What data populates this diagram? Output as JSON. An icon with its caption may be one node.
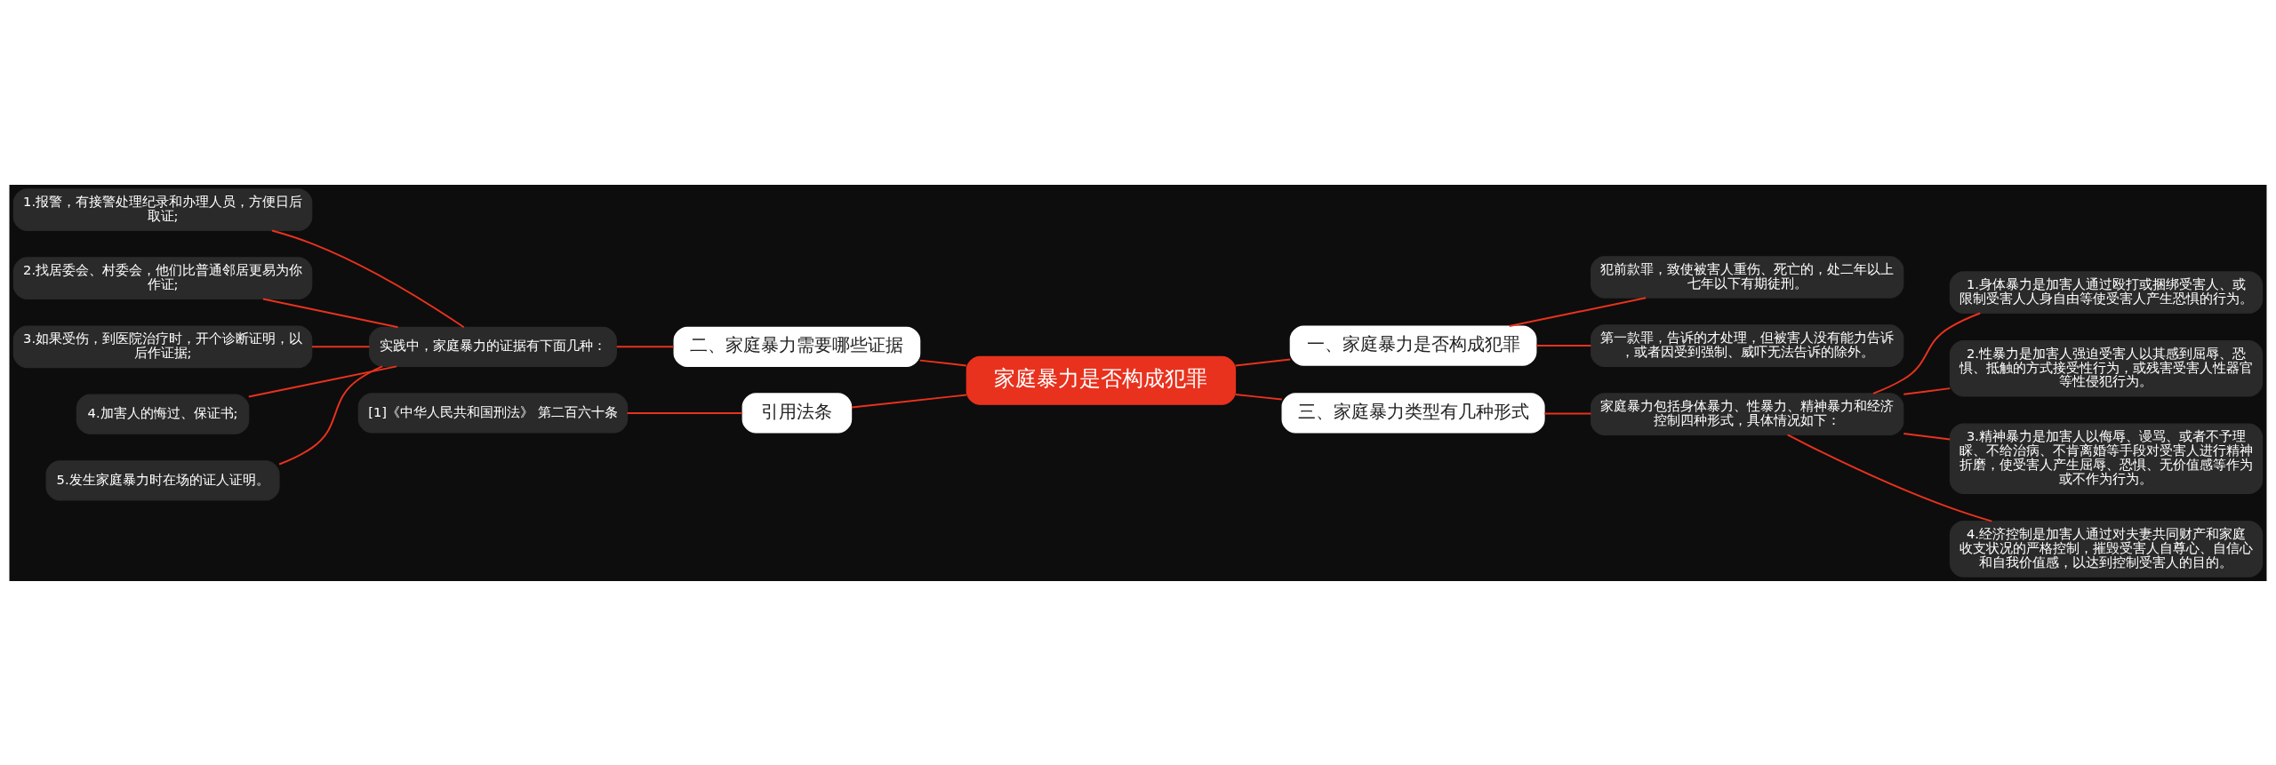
{
  "diagram": {
    "nodes": [
      {
        "text": [
          "家庭暴力是否构成犯罪"
        ]
      },
      {
        "text": [
          "一、家庭暴力是否构成犯罪"
        ]
      },
      {
        "text": [
          "犯前款罪，致使被害人重伤、死亡的，处二年以上七年以下有期徒刑。"
        ]
      },
      {
        "text": [
          "第一款罪，告诉的才处理，但被害人没有能力告诉，或者因受到强制、威吓无法告诉的除外。"
        ]
      },
      {
        "text": [
          "二、家庭暴力需要哪些证据"
        ]
      },
      {
        "text": [
          "实践中，家庭暴力的证据有下面几种："
        ]
      },
      {
        "text": [
          "1.报警，有接警处理纪录和办理人员，方便日后取证;"
        ]
      },
      {
        "text": [
          "2.找居委会、村委会，他们比普通邻居更易为你作证;"
        ]
      },
      {
        "text": [
          "3.如果受伤，到医院治疗时，开个诊断证明，以后作证据;"
        ]
      },
      {
        "text": [
          "4.加害人的悔过、保证书;"
        ]
      },
      {
        "text": [
          "5.发生家庭暴力时在场的证人证明。"
        ]
      },
      {
        "text": [
          "引用法条"
        ]
      },
      {
        "text": [
          "[1]《中华人民共和国刑法》 第二百六十条"
        ]
      },
      {
        "text": [
          "三、家庭暴力类型有几种形式"
        ]
      },
      {
        "text": [
          "家庭暴力包括身体暴力、性暴力、精神暴力和经济控制四种形式，具体情况如下："
        ]
      },
      {
        "text": [
          "1.身体暴力是加害人通过殴打或捆绑受害人、或限制受害人人身自由等使受害人产生恐惧的行为。"
        ]
      },
      {
        "text": [
          "2.性暴力是加害人强迫受害人以其感到屈辱、恐惧、抵触的方式接受性行为，或残害受害人性器官等性侵犯行为。"
        ]
      },
      {
        "text": [
          "3.精神暴力是加害人以侮辱、谩骂、或者不予理睬、不给治病、不肯离婚等手段对受害人进行精神折磨，使受害人产生屈辱、恐惧、无价值感等作为或不作为行为。"
        ]
      },
      {
        "text": [
          "4.经济控制是加害人通过对夫妻共同财产和家庭收支状况的严格控制，摧毁受害人自尊心、自信心和自我价值感，以达到控制受害人的目的。"
        ]
      }
    ],
    "edges": [
      {
        "from": 0,
        "to": 1,
        "arrow": "none"
      },
      {
        "from": 1,
        "to": 2,
        "arrow": "none"
      },
      {
        "from": 1,
        "to": 3,
        "arrow": "none"
      },
      {
        "from": 0,
        "to": 4,
        "arrow": "none"
      },
      {
        "from": 4,
        "to": 5,
        "arrow": "none"
      },
      {
        "from": 5,
        "to": 6,
        "arrow": "none"
      },
      {
        "from": 5,
        "to": 7,
        "arrow": "none"
      },
      {
        "from": 5,
        "to": 8,
        "arrow": "none"
      },
      {
        "from": 5,
        "to": 9,
        "arrow": "none"
      },
      {
        "from": 5,
        "to": 10,
        "arrow": "none"
      },
      {
        "from": 0,
        "to": 11,
        "arrow": "none"
      },
      {
        "from": 11,
        "to": 12,
        "arrow": "none"
      },
      {
        "from": 0,
        "to": 13,
        "arrow": "none"
      },
      {
        "from": 13,
        "to": 14,
        "arrow": "none"
      },
      {
        "from": 14,
        "to": 15,
        "arrow": "none"
      },
      {
        "from": 14,
        "to": 16,
        "arrow": "none"
      },
      {
        "from": 14,
        "to": 17,
        "arrow": "none"
      },
      {
        "from": 14,
        "to": 18,
        "arrow": "none"
      }
    ]
  }
}
